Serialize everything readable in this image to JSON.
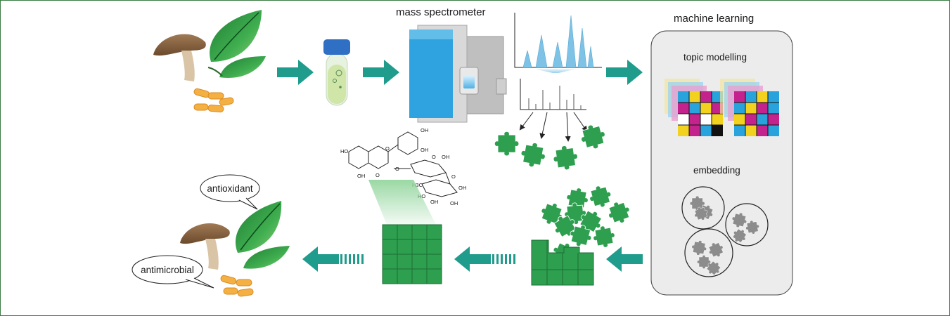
{
  "labels": {
    "mass_spectrometer": "mass spectrometer",
    "machine_learning": "machine learning",
    "topic_modelling": "topic modelling",
    "embedding": "embedding",
    "antioxidant": "antioxidant",
    "antimicrobial": "antimicrobial"
  },
  "chem_labels": [
    "OH",
    "OH",
    "HO",
    "O",
    "OH",
    "O",
    "O",
    "O",
    "OH",
    "O",
    "H3C",
    "HO",
    "OH",
    "OH",
    "OH"
  ],
  "colors": {
    "arrow": "#1f9c8c",
    "puzzle_green": "#2e9e4f",
    "spectrum_blue": "#7ec3e6",
    "panel_bg": "#ececec",
    "instrument_blue": "#29a3dc",
    "frame": "#3a7d44"
  },
  "icons": [
    "mushroom-icon",
    "leaf-icon",
    "bacteria-icon",
    "test-tube-icon",
    "mass-spectrometer-icon",
    "spectrum-icon",
    "puzzle-piece-icon",
    "puzzle-board-icon",
    "molecule-icon"
  ]
}
